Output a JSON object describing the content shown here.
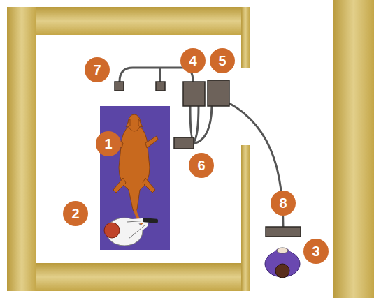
{
  "diagram": {
    "labels": [
      "7",
      "4",
      "5",
      "1",
      "6",
      "2",
      "8",
      "3"
    ]
  }
}
